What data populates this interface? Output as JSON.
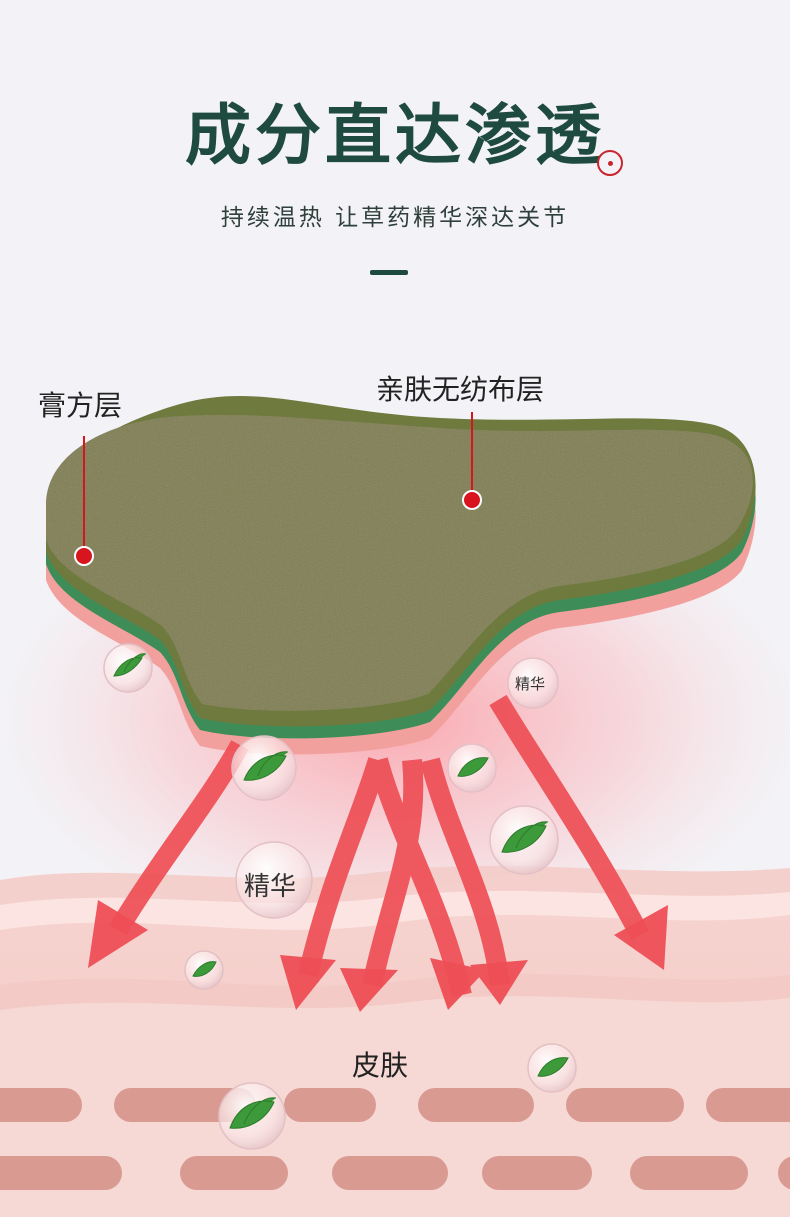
{
  "header": {
    "title": "成分直达渗透",
    "subtitle": "持续温热 让草药精华深达关节"
  },
  "labels": {
    "plaster_layer": "膏方层",
    "fabric_layer": "亲肤无纺布层",
    "skin": "皮肤",
    "essence_small": "精华",
    "essence_large": "精华"
  },
  "colors": {
    "title": "#1e4a3f",
    "patch_top": "#7c7a45",
    "patch_green": "#3e8d58",
    "patch_pink": "#f2a09e",
    "arrow": "#ee4e55",
    "skin_band": "#f0bfbb",
    "cells": "#d99a92",
    "pointer_dot": "#d8141e"
  },
  "icons": {
    "herb": "herb-leaf-icon",
    "bubble": "essence-bubble-icon"
  }
}
